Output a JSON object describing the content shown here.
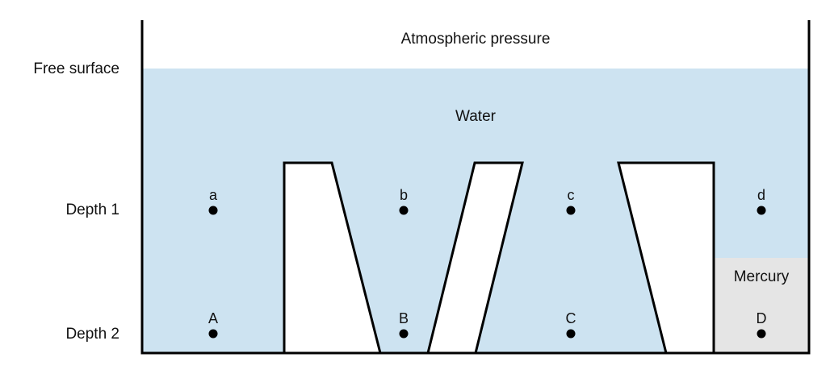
{
  "labels": {
    "atmospheric": "Atmospheric pressure",
    "free_surface": "Free surface",
    "water": "Water",
    "mercury": "Mercury",
    "depth1": "Depth 1",
    "depth2": "Depth 2"
  },
  "points": {
    "depth1": [
      "a",
      "b",
      "c",
      "d"
    ],
    "depth2": [
      "A",
      "B",
      "C",
      "D"
    ]
  },
  "colors": {
    "water": "#cde3f1",
    "mercury": "#e5e5e5",
    "outline": "#000000"
  }
}
